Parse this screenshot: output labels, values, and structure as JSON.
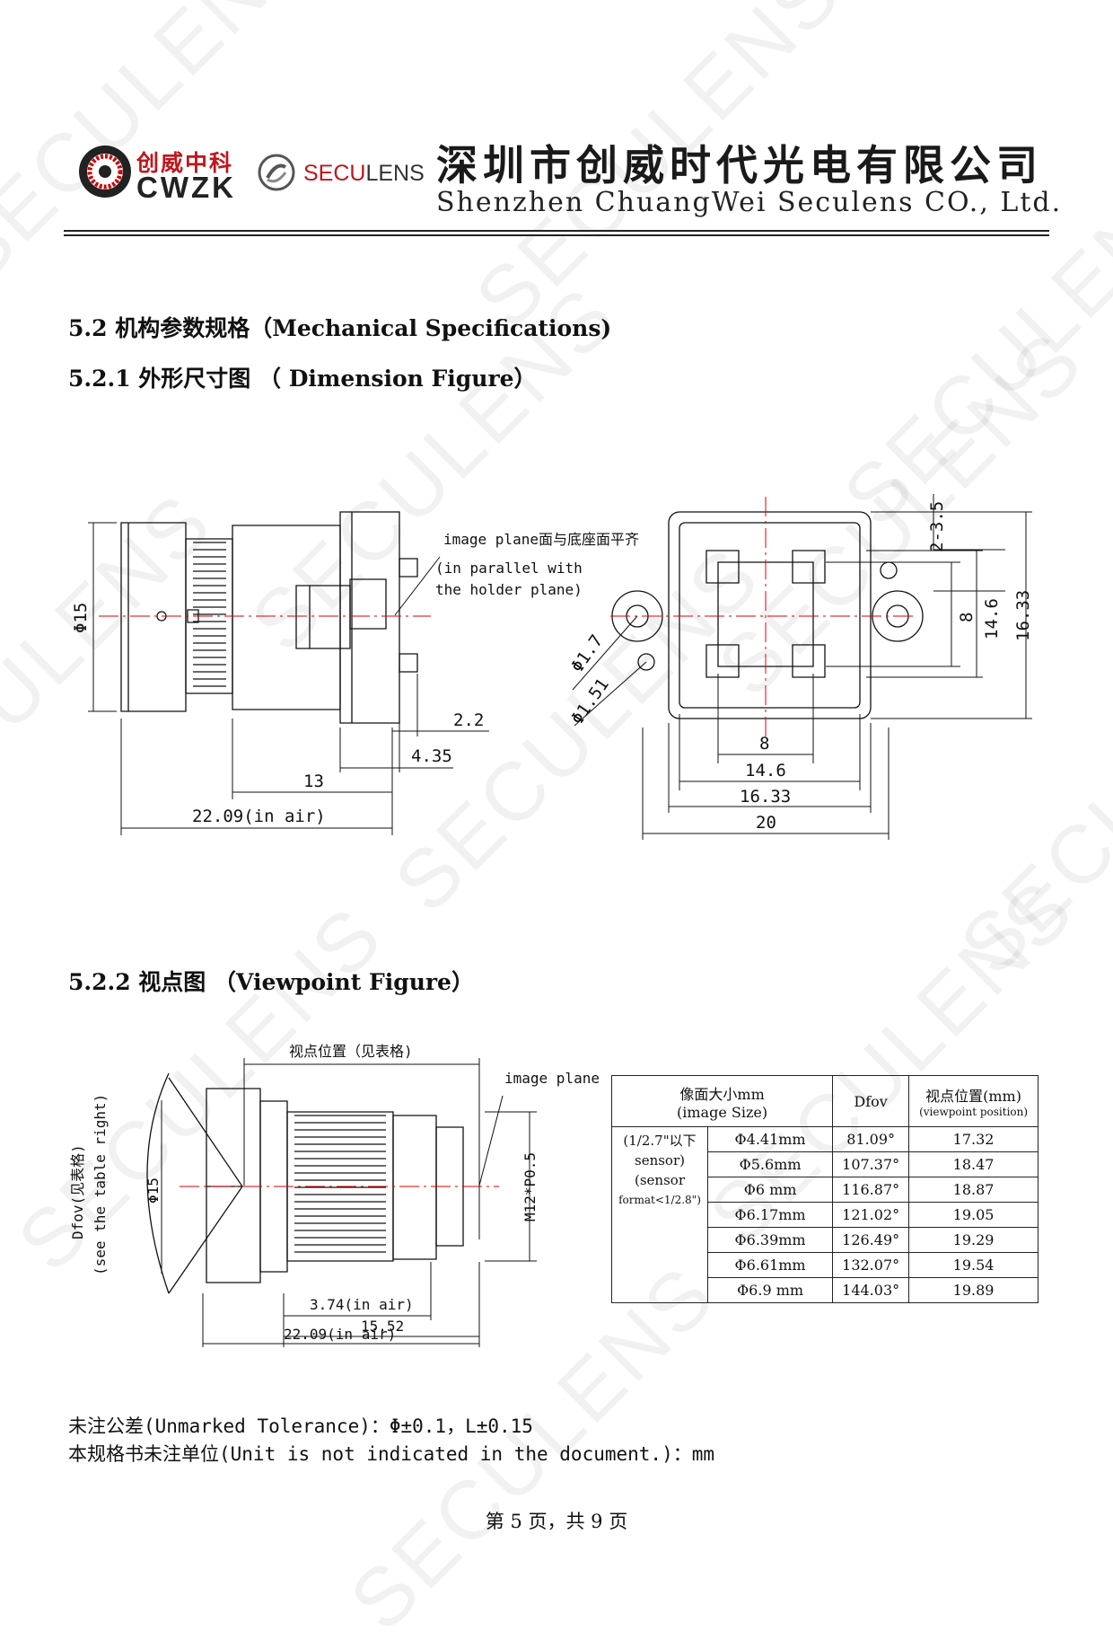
{
  "header": {
    "logo_cn": "创威中科",
    "logo_en": "CWZK",
    "brand": {
      "prefix": "SECU",
      "suffix": "LENS"
    },
    "company_cn": "深圳市创威时代光电有限公司",
    "company_en": "Shenzhen ChuangWei Seculens CO., Ltd."
  },
  "watermark": "SECULENS",
  "sections": {
    "s52": "5.2 机构参数规格（Mechanical Specifications)",
    "s521": "5.2.1 外形尺寸图 （ Dimension Figure）",
    "s522": "5.2.2 视点图 （Viewpoint Figure）"
  },
  "dimension_figure": {
    "note1": "image plane面与底座面平齐",
    "note2": "(in parallel with",
    "note3": "the holder plane)",
    "d15": "Φ15",
    "d2_2": "2.2",
    "d4_35": "4.35",
    "d13": "13",
    "d22": "22.09(in air)",
    "d1_7": "Φ1.7",
    "d1_51": "Φ1.51",
    "r2_35": "2-3.5",
    "v8": "8",
    "v14_6": "14.6",
    "v16_33": "16.33",
    "h8": "8",
    "h14_6": "14.6",
    "h16_33": "16.33",
    "h20": "20"
  },
  "viewpoint_figure": {
    "vp_pos": "视点位置（见表格)",
    "image_plane": "image plane",
    "dfov1": "Dfov(见表格)",
    "dfov2": "(see the table right)",
    "d15": "Φ15",
    "m12": "M12*P0.5",
    "d3_74": "3.74(in air)",
    "d15_52": "15.52",
    "d22": "22.09(in air)"
  },
  "table": {
    "h_size1": "像面大小mm",
    "h_size2": "(image Size)",
    "h_dfov": "Dfov",
    "h_vp1": "视点位置(mm)",
    "h_vp2": "(viewpoint position)",
    "group1": "(1/2.7\"以下",
    "group2": "sensor)",
    "group3": "(sensor",
    "group4": "format<1/2.8\")",
    "rows": [
      {
        "size": "Φ4.41mm",
        "dfov": "81.09°",
        "vp": "17.32"
      },
      {
        "size": "Φ5.6mm",
        "dfov": "107.37°",
        "vp": "18.47"
      },
      {
        "size": "Φ6 mm",
        "dfov": "116.87°",
        "vp": "18.87"
      },
      {
        "size": "Φ6.17mm",
        "dfov": "121.02°",
        "vp": "19.05"
      },
      {
        "size": "Φ6.39mm",
        "dfov": "126.49°",
        "vp": "19.29"
      },
      {
        "size": "Φ6.61mm",
        "dfov": "132.07°",
        "vp": "19.54"
      },
      {
        "size": "Φ6.9 mm",
        "dfov": "144.03°",
        "vp": "19.89"
      }
    ]
  },
  "notes": {
    "tolerance": "未注公差(Unmarked Tolerance)：Φ±0.1，L±0.15",
    "unit": "本规格书未注单位(Unit is not indicated in the document.)：mm"
  },
  "footer": {
    "page": "第 5 页，共 9 页"
  }
}
